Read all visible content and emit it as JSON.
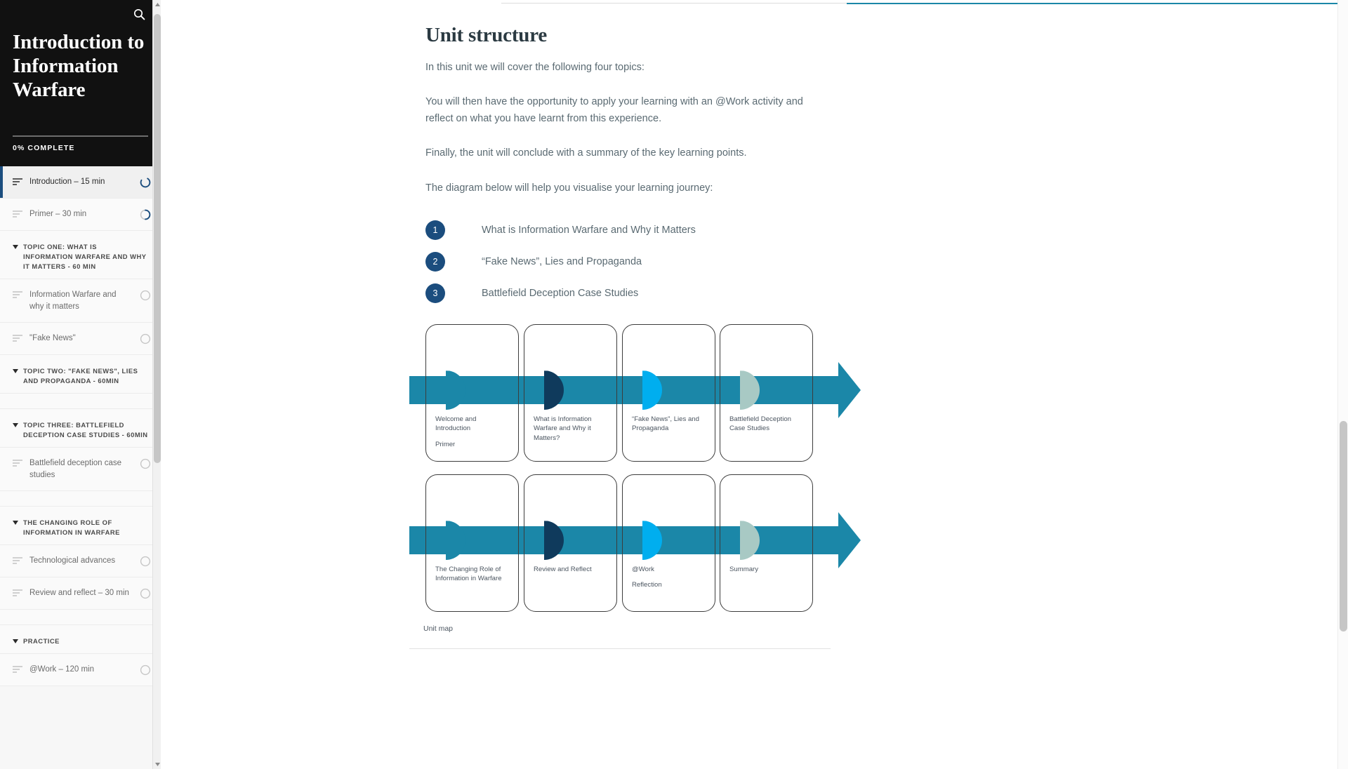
{
  "sidebar": {
    "search_icon": "search-icon",
    "course_title": "Introduction to Information Warfare",
    "progress_label": "0% COMPLETE",
    "progress_percent": 0,
    "items": [
      {
        "type": "lesson",
        "label": "Introduction – 15 min",
        "status": "in-progress",
        "active": true
      },
      {
        "type": "lesson",
        "label": "Primer – 30 min",
        "status": "partial",
        "active": false
      },
      {
        "type": "section",
        "label": "TOPIC ONE: WHAT IS INFORMATION WARFARE AND WHY IT MATTERS - 60 MIN"
      },
      {
        "type": "lesson",
        "label": "Information Warfare and why it matters",
        "status": "empty",
        "active": false
      },
      {
        "type": "lesson",
        "label": "\"Fake News\"",
        "status": "empty",
        "active": false
      },
      {
        "type": "section",
        "label": "TOPIC TWO: \"FAKE NEWS\", LIES AND PROPAGANDA - 60MIN"
      },
      {
        "type": "spacer"
      },
      {
        "type": "section",
        "label": "TOPIC THREE: BATTLEFIELD DECEPTION CASE STUDIES - 60MIN"
      },
      {
        "type": "lesson",
        "label": "Battlefield deception case studies",
        "status": "empty",
        "active": false
      },
      {
        "type": "spacer"
      },
      {
        "type": "section",
        "label": "THE CHANGING ROLE OF INFORMATION IN WARFARE"
      },
      {
        "type": "lesson",
        "label": "Technological advances",
        "status": "empty",
        "active": false
      },
      {
        "type": "lesson",
        "label": "Review and reflect – 30 min",
        "status": "empty",
        "active": false
      },
      {
        "type": "spacer"
      },
      {
        "type": "section",
        "label": "PRACTICE"
      },
      {
        "type": "lesson",
        "label": "@Work – 120 min",
        "status": "empty",
        "active": false
      }
    ]
  },
  "main": {
    "page_title": "Unit structure",
    "paragraphs": [
      "In this unit we will cover the following four topics:",
      "You will then have the opportunity to apply your learning with an @Work activity and reflect on what you have learnt from this experience.",
      "Finally, the unit will conclude with a summary of the key learning points.",
      "The diagram below will help you visualise your learning journey:"
    ],
    "topics": [
      {
        "number": "1",
        "text": "What is Information Warfare and Why it Matters"
      },
      {
        "number": "2",
        "text": "“Fake News”, Lies and Propaganda"
      },
      {
        "number": "3",
        "text": "Battlefield Deception Case Studies"
      }
    ],
    "unit_map": {
      "caption": "Unit map",
      "rows": [
        {
          "cards": [
            {
              "color": "#1b87a8",
              "labels": [
                "Welcome and Introduction",
                "Primer"
              ]
            },
            {
              "color": "#0f3a5c",
              "labels": [
                "What is Information Warfare and Why it Matters?"
              ]
            },
            {
              "color": "#00aeef",
              "labels": [
                "“Fake News”, Lies and Propaganda"
              ]
            },
            {
              "color": "#a8c9c4",
              "labels": [
                "Battlefield Deception Case Studies"
              ]
            }
          ]
        },
        {
          "cards": [
            {
              "color": "#1b87a8",
              "labels": [
                "The Changing Role of Information in Warfare"
              ]
            },
            {
              "color": "#0f3a5c",
              "labels": [
                "Review and Reflect"
              ]
            },
            {
              "color": "#00aeef",
              "labels": [
                "@Work",
                "Reflection"
              ]
            },
            {
              "color": "#a8c9c4",
              "labels": [
                "Summary"
              ]
            }
          ]
        }
      ]
    }
  },
  "colors": {
    "sidebar_header_bg": "#111111",
    "accent_navy": "#1b4d7e",
    "accent_teal": "#1b87a8",
    "accent_dark_navy": "#0f3a5c",
    "accent_cyan": "#00aeef",
    "accent_sage": "#a8c9c4"
  }
}
